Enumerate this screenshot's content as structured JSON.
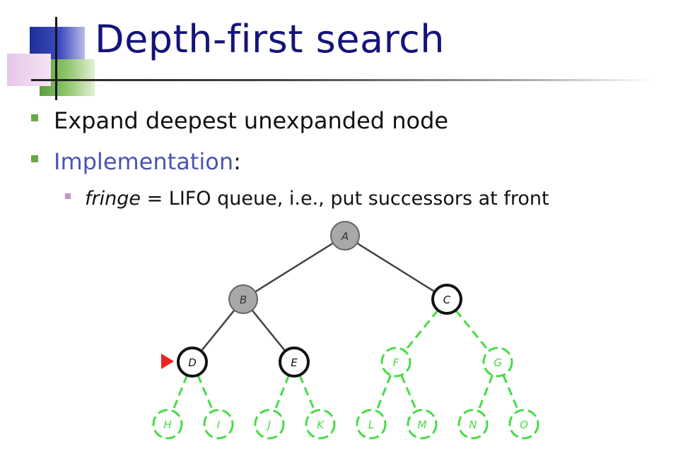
{
  "slide": {
    "title": "Depth-first search",
    "bullets": [
      {
        "text": "Expand deepest unexpanded node"
      },
      {
        "highlight": "Implementation",
        "suffix": ":"
      }
    ],
    "sub_bullet": {
      "italic": "fringe",
      "rest": " = LIFO queue, i.e., put successors at front"
    }
  },
  "colors": {
    "expanded_fill": "#a8a8a8",
    "frontier_fill": "#ffffff",
    "edge_solid": "#444444",
    "unexplored": "#44dd44",
    "current_marker": "#ee2222"
  },
  "tree": {
    "nodes": [
      {
        "id": "A",
        "state": "expanded"
      },
      {
        "id": "B",
        "state": "expanded"
      },
      {
        "id": "C",
        "state": "frontier"
      },
      {
        "id": "D",
        "state": "current"
      },
      {
        "id": "E",
        "state": "frontier"
      },
      {
        "id": "F",
        "state": "unexplored"
      },
      {
        "id": "G",
        "state": "unexplored"
      },
      {
        "id": "H",
        "state": "unexplored"
      },
      {
        "id": "I",
        "state": "unexplored"
      },
      {
        "id": "J",
        "state": "unexplored"
      },
      {
        "id": "K",
        "state": "unexplored"
      },
      {
        "id": "L",
        "state": "unexplored"
      },
      {
        "id": "M",
        "state": "unexplored"
      },
      {
        "id": "N",
        "state": "unexplored"
      },
      {
        "id": "O",
        "state": "unexplored"
      }
    ],
    "edges": [
      {
        "from": "A",
        "to": "B",
        "style": "solid"
      },
      {
        "from": "A",
        "to": "C",
        "style": "solid"
      },
      {
        "from": "B",
        "to": "D",
        "style": "solid"
      },
      {
        "from": "B",
        "to": "E",
        "style": "solid"
      },
      {
        "from": "C",
        "to": "F",
        "style": "dashed"
      },
      {
        "from": "C",
        "to": "G",
        "style": "dashed"
      },
      {
        "from": "D",
        "to": "H",
        "style": "dashed"
      },
      {
        "from": "D",
        "to": "I",
        "style": "dashed"
      },
      {
        "from": "E",
        "to": "J",
        "style": "dashed"
      },
      {
        "from": "E",
        "to": "K",
        "style": "dashed"
      },
      {
        "from": "F",
        "to": "L",
        "style": "dashed"
      },
      {
        "from": "F",
        "to": "M",
        "style": "dashed"
      },
      {
        "from": "G",
        "to": "N",
        "style": "dashed"
      },
      {
        "from": "G",
        "to": "O",
        "style": "dashed"
      }
    ]
  }
}
